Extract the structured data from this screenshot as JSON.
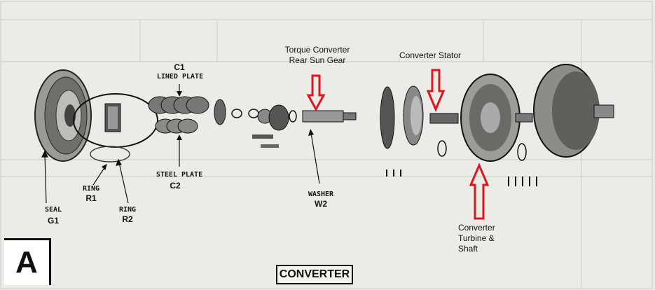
{
  "callouts": {
    "torque_converter": "Torque Converter\nRear Sun Gear",
    "converter_stator": "Converter Stator",
    "converter_turbine": "Converter\nTurbine &\nShaft"
  },
  "parts": {
    "c1_code": "C1",
    "c1_name": "LINED PLATE",
    "c2_name": "STEEL PLATE",
    "c2_code": "C2",
    "washer_name": "WASHER",
    "washer_code": "W2",
    "ring_r1_name": "RING",
    "ring_r1_code": "R1",
    "ring_r2_name": "RING",
    "ring_r2_code": "R2",
    "seal_name": "SEAL",
    "seal_code": "G1"
  },
  "figure_letter": "A",
  "section_title": "CONVERTER",
  "colors": {
    "callout_arrow": "#e0141c",
    "ink": "#111111",
    "paper": "#ebebe8"
  }
}
